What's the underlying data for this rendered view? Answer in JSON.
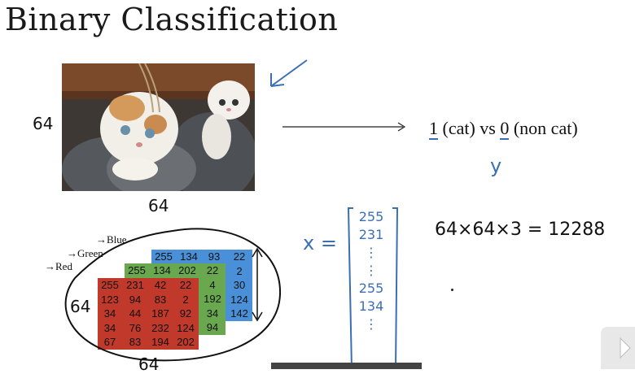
{
  "slide": {
    "title": "Binary Classification",
    "image_label_left": "64",
    "image_label_bottom": "64",
    "output_label": {
      "one": "1",
      "cat": " (cat) vs ",
      "zero": "0",
      "noncat": " (non cat)"
    },
    "y_label": "y",
    "x_label": "x =",
    "vector_values": [
      "255",
      "231",
      "⋮",
      "⋮",
      "255",
      "134",
      "⋮"
    ],
    "dimension_formula": "64×64×3 = 12288",
    "matrix_side_label": "64",
    "matrix_bottom_label": "64",
    "legend": {
      "blue": "Blue",
      "green": "Green",
      "red": "Red"
    },
    "blue_layer": [
      [
        "255",
        "134",
        "93",
        "22"
      ],
      [
        "",
        "",
        "",
        "2"
      ],
      [
        "",
        "",
        "",
        "30"
      ],
      [
        "",
        "",
        "",
        "124"
      ],
      [
        "",
        "",
        "",
        "142"
      ]
    ],
    "green_layer": [
      [
        "255",
        "134",
        "202",
        "22"
      ],
      [
        "",
        "",
        "",
        "4"
      ],
      [
        "",
        "",
        "",
        "192"
      ],
      [
        "",
        "",
        "",
        "34"
      ],
      [
        "",
        "",
        "",
        "94"
      ]
    ],
    "red_layer": [
      [
        "255",
        "231",
        "42",
        "22"
      ],
      [
        "123",
        "94",
        "83",
        "2"
      ],
      [
        "34",
        "44",
        "187",
        "92"
      ],
      [
        "34",
        "76",
        "232",
        "124"
      ],
      [
        "67",
        "83",
        "194",
        "202"
      ]
    ],
    "colors": {
      "red_cell": "#c0392b",
      "green_cell": "#6aa84f",
      "blue_cell": "#4a90d9",
      "ink_blue": "#3a6fb3"
    }
  }
}
